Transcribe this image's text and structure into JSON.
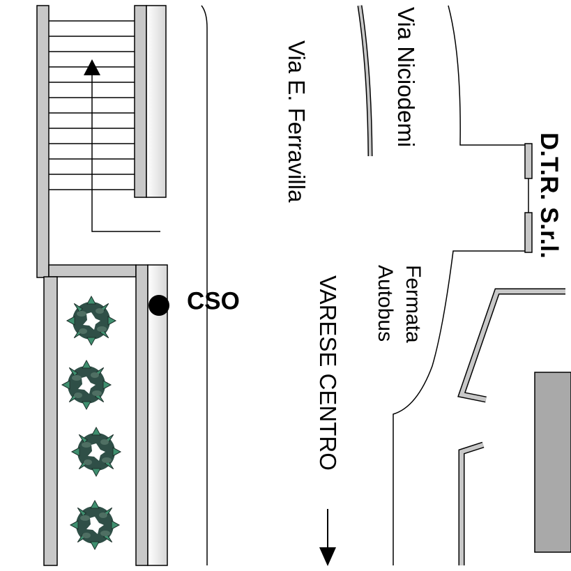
{
  "map": {
    "streets": {
      "via_niciodemi": "Via Niciodemi",
      "via_ferravilla": "Via E. Ferravilla"
    },
    "company": "D.T.R. S.r.l.",
    "bus_stop": {
      "line1": "Fermata",
      "line2": "Autobus"
    },
    "marker_label": "CSO",
    "direction": "VARESE CENTRO",
    "icons": {
      "tree": "tree-icon",
      "marker": "location-dot-icon",
      "direction_arrow": "arrow-down-icon",
      "stairs_arrow": "arrow-up-icon"
    },
    "colors": {
      "wall_fill": "#c8c8c8",
      "building": "#a9a9a9",
      "tree_dark": "#2f4f47",
      "tree_light": "#3f8f6f",
      "line": "#000000"
    }
  }
}
